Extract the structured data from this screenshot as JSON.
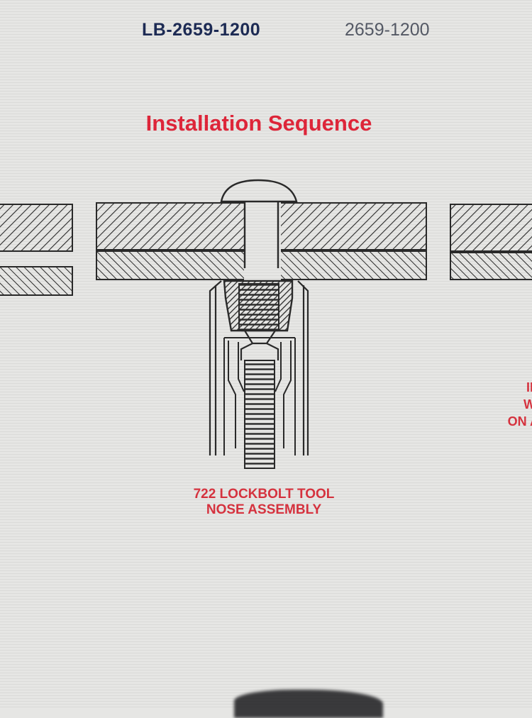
{
  "header": {
    "part_number": "LB-2659-1200",
    "alt_number": "2659-1200"
  },
  "title": "Installation Sequence",
  "diagram": {
    "caption_line1": "722 LOCKBOLT TOOL",
    "caption_line2": "NOSE ASSEMBLY",
    "side_note_lines": [
      "IN",
      "WI",
      "ON A"
    ]
  },
  "colors": {
    "title": "#e0263a",
    "header_primary": "#1d2b55",
    "header_secondary": "#555a66",
    "caption": "#d8333f",
    "line": "#2a2a2a"
  }
}
